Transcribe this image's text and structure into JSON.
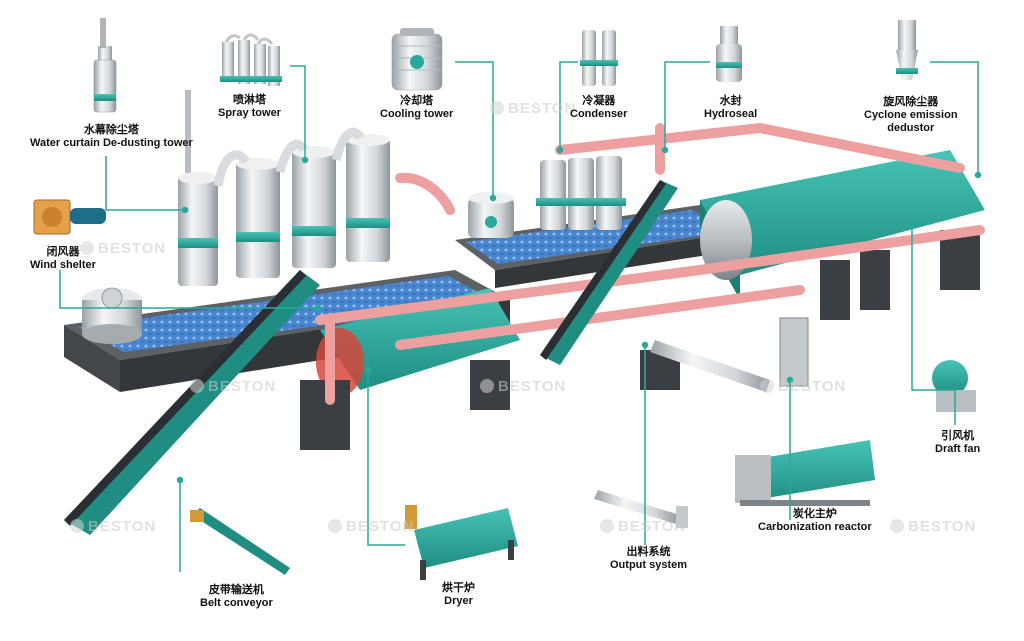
{
  "brand": {
    "watermark": "BESTON",
    "teal": "#2aa89c",
    "pipe_pink": "#eea0a0",
    "steel": "#cfd3d6",
    "dark_frame": "#3b3f44",
    "water_blue": "#3a7bc8"
  },
  "components": [
    {
      "id": "water-curtain",
      "cn": "水幕除尘塔",
      "en": "Water curtain De-dusting tower"
    },
    {
      "id": "spray-tower",
      "cn": "喷淋塔",
      "en": "Spray tower"
    },
    {
      "id": "cooling-tower",
      "cn": "冷却塔",
      "en": "Cooling tower"
    },
    {
      "id": "condenser",
      "cn": "冷凝器",
      "en": "Condenser"
    },
    {
      "id": "hydroseal",
      "cn": "水封",
      "en": "Hydroseal"
    },
    {
      "id": "cyclone",
      "cn": "旋风除尘器",
      "en": "Cyclone emission",
      "en2": "dedustor"
    },
    {
      "id": "wind-shelter",
      "cn": "闭风器",
      "en": "Wind shelter"
    },
    {
      "id": "draft-fan",
      "cn": "引风机",
      "en": "Draft fan"
    },
    {
      "id": "carbonization-reactor",
      "cn": "炭化主炉",
      "en": "Carbonization reactor"
    },
    {
      "id": "output-system",
      "cn": "出料系统",
      "en": "Output system"
    },
    {
      "id": "dryer",
      "cn": "烘干炉",
      "en": "Dryer"
    },
    {
      "id": "belt-conveyor",
      "cn": "皮带输送机",
      "en": "Belt conveyor"
    }
  ]
}
